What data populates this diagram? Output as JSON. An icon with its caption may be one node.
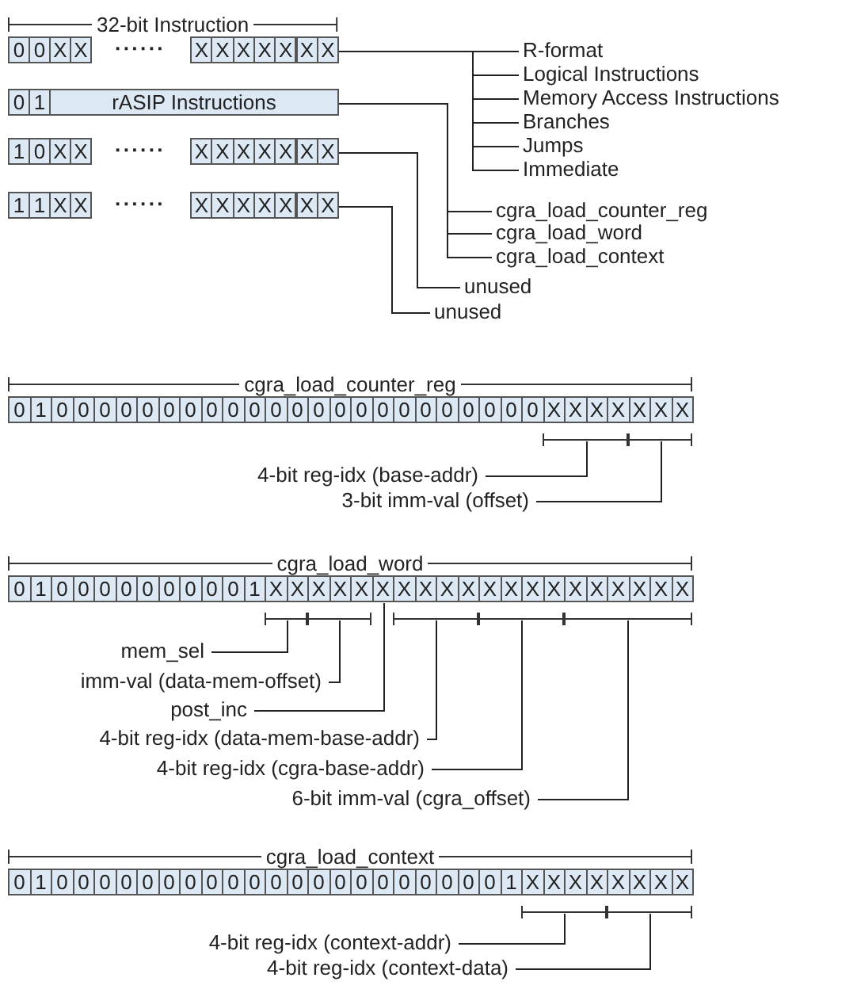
{
  "diagram": {
    "nodes": [
      {
        "text": [
          "32-bit Instruction",
          "0",
          "0",
          "X",
          "X",
          "······",
          "X",
          "X",
          "X",
          "X",
          "X",
          "X",
          "X"
        ]
      },
      {
        "text": [
          "0",
          "1",
          "rASIP Instructions"
        ]
      },
      {
        "text": [
          "1",
          "0",
          "X",
          "X",
          "······",
          "X",
          "X",
          "X",
          "X",
          "X",
          "X",
          "X"
        ]
      },
      {
        "text": [
          "1",
          "1",
          "X",
          "X",
          "······",
          "X",
          "X",
          "X",
          "X",
          "X",
          "X",
          "X"
        ]
      },
      {
        "text": [
          "R-format"
        ]
      },
      {
        "text": [
          "Logical Instructions"
        ]
      },
      {
        "text": [
          "Memory Access Instructions"
        ]
      },
      {
        "text": [
          "Branches"
        ]
      },
      {
        "text": [
          "Jumps"
        ]
      },
      {
        "text": [
          "Immediate"
        ]
      },
      {
        "text": [
          "cgra_load_counter_reg"
        ]
      },
      {
        "text": [
          "cgra_load_word"
        ]
      },
      {
        "text": [
          "cgra_load_context"
        ]
      },
      {
        "text": [
          "unused"
        ]
      },
      {
        "text": [
          "unused"
        ]
      },
      {
        "text": [
          "cgra_load_counter_reg",
          "0",
          "1",
          "0",
          "0",
          "0",
          "0",
          "0",
          "0",
          "0",
          "0",
          "0",
          "0",
          "0",
          "0",
          "0",
          "0",
          "0",
          "0",
          "0",
          "0",
          "0",
          "0",
          "0",
          "0",
          "0",
          "X",
          "X",
          "X",
          "X",
          "X",
          "X",
          "X"
        ]
      },
      {
        "text": [
          "4-bit reg-idx (base-addr)"
        ]
      },
      {
        "text": [
          "3-bit imm-val (offset)"
        ]
      },
      {
        "text": [
          "cgra_load_word",
          "0",
          "1",
          "0",
          "0",
          "0",
          "0",
          "0",
          "0",
          "0",
          "0",
          "0",
          "1",
          "X",
          "X",
          "X",
          "X",
          "X",
          "X",
          "X",
          "X",
          "X",
          "X",
          "X",
          "X",
          "X",
          "X",
          "X",
          "X",
          "X",
          "X",
          "X",
          "X"
        ]
      },
      {
        "text": [
          "mem_sel"
        ]
      },
      {
        "text": [
          "imm-val (data-mem-offset)"
        ]
      },
      {
        "text": [
          "post_inc"
        ]
      },
      {
        "text": [
          "4-bit reg-idx (data-mem-base-addr)"
        ]
      },
      {
        "text": [
          "4-bit reg-idx (cgra-base-addr)"
        ]
      },
      {
        "text": [
          "6-bit imm-val (cgra_offset)"
        ]
      },
      {
        "text": [
          "cgra_load_context",
          "0",
          "1",
          "0",
          "0",
          "0",
          "0",
          "0",
          "0",
          "0",
          "0",
          "0",
          "0",
          "0",
          "0",
          "0",
          "0",
          "0",
          "0",
          "0",
          "0",
          "0",
          "0",
          "0",
          "1",
          "X",
          "X",
          "X",
          "X",
          "X",
          "X",
          "X",
          "X"
        ]
      },
      {
        "text": [
          "4-bit reg-idx (context-addr)"
        ]
      },
      {
        "text": [
          "4-bit reg-idx (context-data)"
        ]
      }
    ],
    "edges": [
      {
        "from": 0,
        "to": 4,
        "arrow": "none"
      },
      {
        "from": 0,
        "to": 5,
        "arrow": "none"
      },
      {
        "from": 0,
        "to": 6,
        "arrow": "none"
      },
      {
        "from": 0,
        "to": 7,
        "arrow": "none"
      },
      {
        "from": 0,
        "to": 8,
        "arrow": "none"
      },
      {
        "from": 0,
        "to": 9,
        "arrow": "none"
      },
      {
        "from": 1,
        "to": 10,
        "arrow": "none"
      },
      {
        "from": 1,
        "to": 11,
        "arrow": "none"
      },
      {
        "from": 1,
        "to": 12,
        "arrow": "none"
      },
      {
        "from": 2,
        "to": 13,
        "arrow": "none"
      },
      {
        "from": 3,
        "to": 14,
        "arrow": "none"
      },
      {
        "from": 16,
        "to": 15,
        "arrow": "none"
      },
      {
        "from": 17,
        "to": 15,
        "arrow": "none"
      },
      {
        "from": 19,
        "to": 18,
        "arrow": "none"
      },
      {
        "from": 20,
        "to": 18,
        "arrow": "none"
      },
      {
        "from": 21,
        "to": 18,
        "arrow": "none"
      },
      {
        "from": 22,
        "to": 18,
        "arrow": "none"
      },
      {
        "from": 23,
        "to": 18,
        "arrow": "none"
      },
      {
        "from": 24,
        "to": 18,
        "arrow": "none"
      },
      {
        "from": 26,
        "to": 25,
        "arrow": "none"
      },
      {
        "from": 27,
        "to": 25,
        "arrow": "none"
      }
    ]
  }
}
